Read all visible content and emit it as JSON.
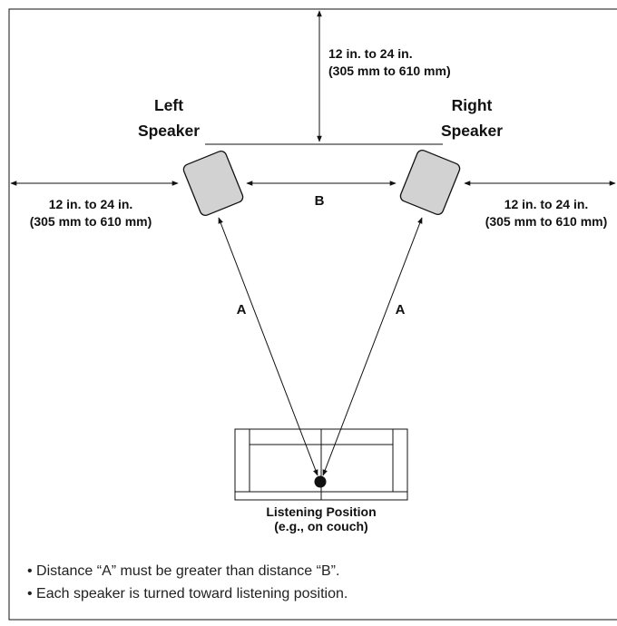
{
  "top_gap": {
    "line1": "12 in. to 24 in.",
    "line2": "(305 mm to 610 mm)"
  },
  "left_gap": {
    "line1": "12 in. to 24 in.",
    "line2": "(305 mm to 610 mm)"
  },
  "right_gap": {
    "line1": "12 in. to 24 in.",
    "line2": "(305 mm to 610 mm)"
  },
  "left_speaker": {
    "line1": "Left",
    "line2": "Speaker"
  },
  "right_speaker": {
    "line1": "Right",
    "line2": "Speaker"
  },
  "distance_b": "B",
  "distance_a_left": "A",
  "distance_a_right": "A",
  "listening": {
    "line1": "Listening Position",
    "line2": "(e.g., on couch)"
  },
  "notes": [
    "• Distance “A” must be greater than distance “B”.",
    "• Each speaker is turned toward listening position."
  ],
  "colors": {
    "speaker_fill": "#d2d2d2",
    "stroke": "#111111",
    "background": "#ffffff"
  }
}
